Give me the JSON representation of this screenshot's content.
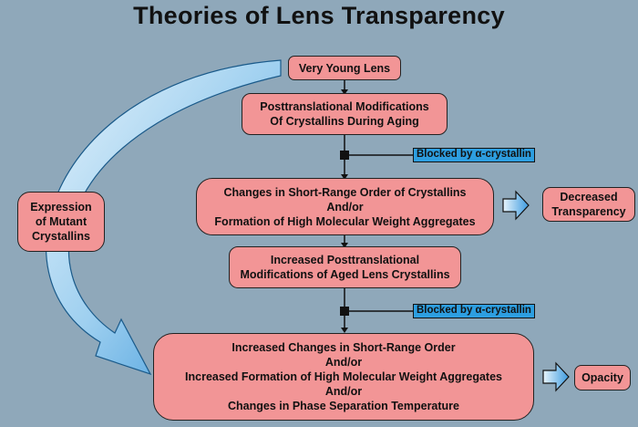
{
  "title": "Theories of Lens Transparency",
  "nodes": {
    "very_young_lens": "Very Young Lens",
    "posttranslational": "Posttranslational Modifications\nOf Crystallins During Aging",
    "changes_short_range": "Changes in Short-Range Order of Crystallins\nAnd/or\nFormation of High Molecular Weight Aggregates",
    "decreased_transparency": "Decreased\nTransparency",
    "increased_posttranslational": "Increased Posttranslational\nModifications of Aged Lens Crystallins",
    "increased_changes": "Increased Changes in Short-Range Order\nAnd/or\nIncreased Formation of High Molecular Weight Aggregates\nAnd/or\nChanges in Phase Separation Temperature",
    "opacity": "Opacity",
    "expression_mutant": "Expression\nof Mutant\nCrystallins"
  },
  "blocked_labels": [
    "Blocked by α-crystallin",
    "Blocked by α-crystallin"
  ],
  "colors": {
    "background": "#8fa8ba",
    "box_fill": "#f29596",
    "blocked_fill": "#2d9ee0",
    "arrow_fill": "#5fb3ea"
  }
}
